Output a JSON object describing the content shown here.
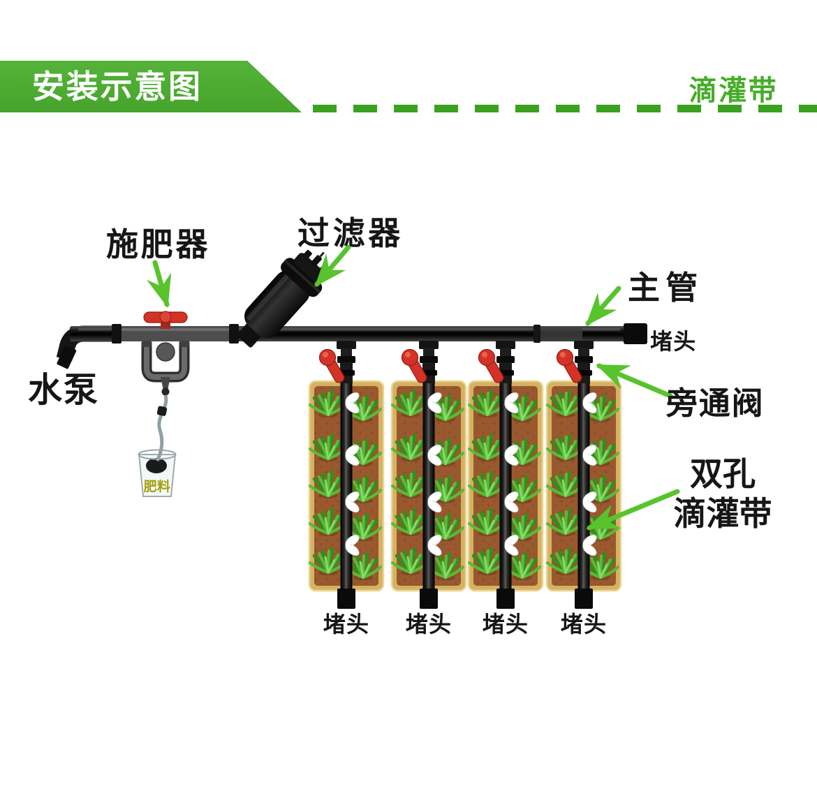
{
  "header": {
    "title": "安装示意图",
    "product_tag": "滴灌带"
  },
  "labels": {
    "fertilizer_injector": "施肥器",
    "filter": "过滤器",
    "main_pipe": "主管",
    "main_end_plug": "堵头",
    "bypass_valve": "旁通阀",
    "drip_tape_line1": "双孔",
    "drip_tape_line2": "滴灌带",
    "water_pump": "水泵",
    "fertilizer_bucket": "肥料"
  },
  "diagram": {
    "drip_line_count": 4,
    "drip_line_centers_x": [
      496,
      614,
      724,
      836
    ],
    "emitters_per_line": 4,
    "plant_rows_per_bed": 5,
    "plant_columns_per_bed": 2,
    "bottom_plug_labels": [
      "堵头",
      "堵头",
      "堵头",
      "堵头"
    ]
  },
  "colors": {
    "banner_green": "#46a42c",
    "banner_green_light": "#54b338",
    "tag_green": "#45ad28",
    "dash_green": "#3aa21f",
    "arrow_green": "#58c32d",
    "valve_red": "#d43226",
    "valve_red_dark": "#8f1d12",
    "pipe_dark": "#111111",
    "soil_brown": "#99582e",
    "soil_speck": "#7c441f",
    "bed_border_tan": "#d5b261",
    "bed_border_light": "#e9d596",
    "plant_dark": "#2f8f1f",
    "plant_mid": "#58bb36",
    "plant_light": "#8cd96a",
    "droplet_white": "#ffffff",
    "label_color": "#161616",
    "fertilizer_text": "#a3a00c",
    "bucket_gray": "#9aa4a8"
  }
}
